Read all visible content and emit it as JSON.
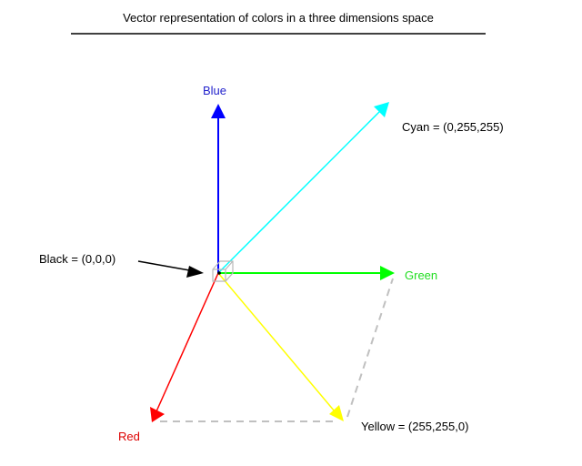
{
  "title": "Vector representation of colors in a three dimensions space",
  "labels": {
    "blue": "Blue",
    "green": "Green",
    "red": "Red",
    "cyan": "Cyan = (0,255,255)",
    "yellow": "Yellow = (255,255,0)",
    "black": "Black = (0,0,0)"
  },
  "colors": {
    "blue": "#0000ff",
    "green": "#00ff00",
    "red": "#ff0000",
    "cyan": "#00ffff",
    "yellow": "#ffff00",
    "black": "#000000",
    "guide": "#c0c0c0",
    "title_rule": "#000000",
    "blue_label": "#2222cc",
    "green_label": "#22dd22",
    "red_label": "#dd0000"
  }
}
